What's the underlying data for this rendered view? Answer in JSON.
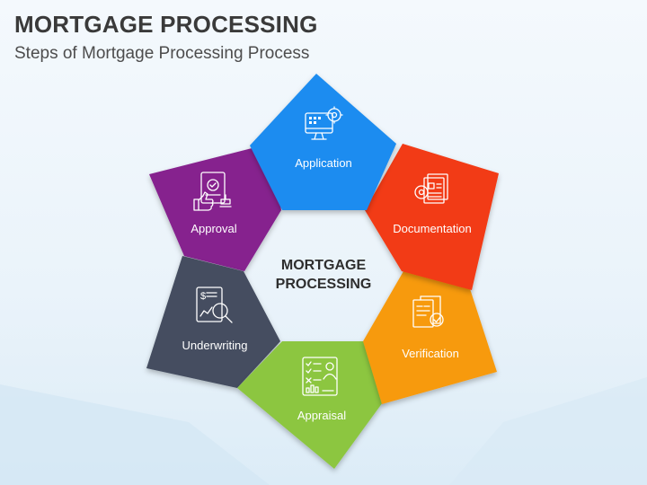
{
  "header": {
    "title": "MORTGAGE PROCESSING",
    "subtitle": "Steps of Mortgage Processing Process"
  },
  "center": {
    "line1": "MORTGAGE",
    "line2": "PROCESSING"
  },
  "steps": [
    {
      "label": "Application",
      "color": "#1a8cf0",
      "icon": "computer-gear-icon"
    },
    {
      "label": "Documentation",
      "color": "#f23a12",
      "icon": "documents-gear-icon"
    },
    {
      "label": "Verification",
      "color": "#f79a0e",
      "icon": "document-check-icon"
    },
    {
      "label": "Appraisal",
      "color": "#8cc640",
      "icon": "checklist-person-icon"
    },
    {
      "label": "Underwriting",
      "color": "#444e61",
      "icon": "document-magnifier-icon"
    },
    {
      "label": "Approval",
      "color": "#86218e",
      "icon": "document-thumbs-up-icon"
    }
  ]
}
